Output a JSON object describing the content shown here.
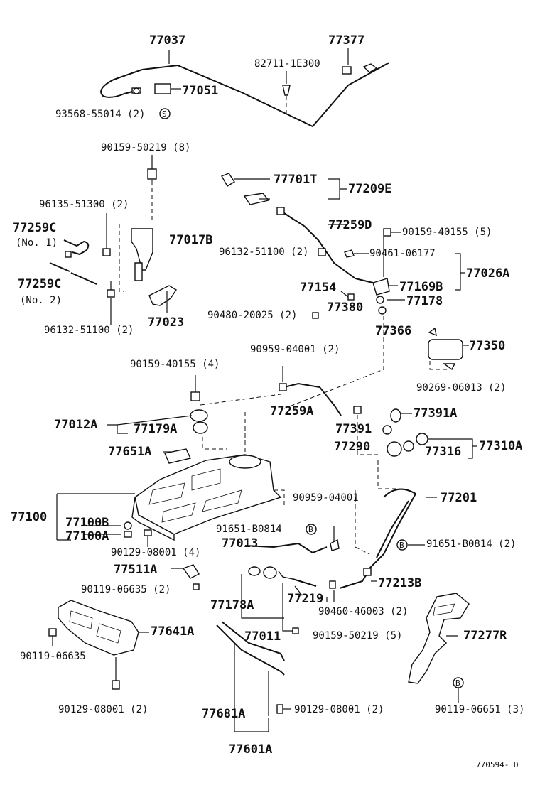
{
  "diagram_id": "770594- D",
  "parts": {
    "p77037": "77037",
    "p77377": "77377",
    "p82711": "82711-1E300",
    "p77051": "77051",
    "p93568": "93568-55014 (2)",
    "p90159_50219_8": "90159-50219 (8)",
    "p77701T": "77701T",
    "p77209E": "77209E",
    "p96135": "96135-51300 (2)",
    "p77259C_1": "77259C",
    "no1": "(No. 1)",
    "p77017B": "77017B",
    "p77259D": "77259D",
    "p90159_40155_5": "90159-40155 (5)",
    "p96132_a": "96132-51100 (2)",
    "p90461": "90461-06177",
    "p77026A": "77026A",
    "p77259C_2": "77259C",
    "no2": "(No. 2)",
    "p77154": "77154",
    "p77169B": "77169B",
    "p77380": "77380",
    "p77178": "77178",
    "p96132_b": "96132-51100 (2)",
    "p77023": "77023",
    "p90480": "90480-20025 (2)",
    "p77366": "77366",
    "p77350": "77350",
    "p90959_a": "90959-04001 (2)",
    "p90159_40155_4": "90159-40155 (4)",
    "p90269": "90269-06013 (2)",
    "p77259A": "77259A",
    "p77391A": "77391A",
    "p77012A": "77012A",
    "p77179A": "77179A",
    "p77391": "77391",
    "p77290": "77290",
    "p77316": "77316",
    "p77310A": "77310A",
    "p77651A": "77651A",
    "p90959_b": "90959-04001",
    "p77201": "77201",
    "p77100": "77100",
    "p77100B": "77100B",
    "p77100A": "77100A",
    "p91651_a": "91651-B0814",
    "p77013": "77013",
    "p91651_b": "91651-B0814 (2)",
    "p90129_4": "90129-08001 (4)",
    "p77511A": "77511A",
    "p77213B": "77213B",
    "p90119_06635_2": "90119-06635 (2)",
    "p77178A": "77178A",
    "p77219": "77219",
    "p90460": "90460-46003 (2)",
    "p77641A": "77641A",
    "p77011": "77011",
    "p90159_50219_5": "90159-50219 (5)",
    "p77277R": "77277R",
    "p90119_06635": "90119-06635",
    "p90129_2a": "90129-08001 (2)",
    "p77681A": "77681A",
    "p90129_2b": "90129-08001 (2)",
    "p90119_06651": "90119-06651 (3)",
    "p77601A": "77601A",
    "callout_s": "S",
    "callout_b1": "B",
    "callout_b2": "B",
    "callout_b3": "B"
  }
}
